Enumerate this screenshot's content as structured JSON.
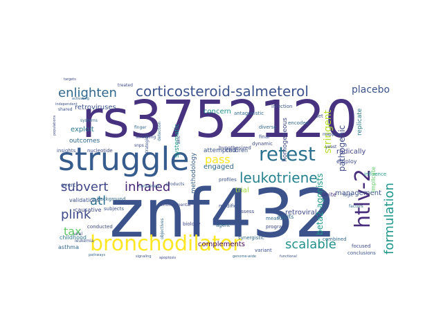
{
  "words": [
    {
      "text": "znf432",
      "color": "#3b528b"
    },
    {
      "text": "rs3752120",
      "color": "#46327e"
    },
    {
      "text": "struggle",
      "color": "#365c8d"
    },
    {
      "text": "bronchodilator",
      "color": "#fde725"
    },
    {
      "text": "retest",
      "color": "#2c728e"
    },
    {
      "text": "htlv-2",
      "color": "#472d7b"
    },
    {
      "text": "corticosteroid-salmeterol",
      "color": "#3b528b"
    },
    {
      "text": "leukotriene",
      "color": "#26828e"
    },
    {
      "text": "enlighten",
      "color": "#31688e"
    },
    {
      "text": "formulation",
      "color": "#1f988b"
    },
    {
      "text": "inhaled",
      "color": "#482677"
    },
    {
      "text": "scalable",
      "color": "#21918c"
    },
    {
      "text": "plink",
      "color": "#3e4989"
    },
    {
      "text": "subvert",
      "color": "#404688"
    },
    {
      "text": "placebo",
      "color": "#3b528b"
    },
    {
      "text": "pass",
      "color": "#fde725"
    },
    {
      "text": "atl",
      "color": "#2c728e"
    },
    {
      "text": "tax",
      "color": "#5ec962"
    },
    {
      "text": "beta2-agonists",
      "color": "#1f988b"
    },
    {
      "text": "stringent",
      "color": "#b5de2b"
    },
    {
      "text": "retroviruses",
      "color": "#3b528b"
    },
    {
      "text": "pathogenic",
      "color": "#3e4989"
    },
    {
      "text": "concern",
      "color": "#21918c"
    },
    {
      "text": "radically",
      "color": "#414487"
    },
    {
      "text": "complements",
      "color": "#440154"
    },
    {
      "text": "trial",
      "color": "#a0da39"
    },
    {
      "text": "exploit",
      "color": "#2a788e"
    },
    {
      "text": "management",
      "color": "#3b528b"
    },
    {
      "text": "engaged",
      "color": "#31688e"
    },
    {
      "text": "retroviral",
      "color": "#3e4989"
    },
    {
      "text": "outcomes",
      "color": "#31688e"
    },
    {
      "text": "methodology",
      "color": "#355f8d"
    },
    {
      "text": "attempted",
      "color": "#3b528b"
    },
    {
      "text": "homogeneous",
      "color": "#3e4989"
    },
    {
      "text": "replicate",
      "color": "#2a788e"
    },
    {
      "text": "validations",
      "color": "#3b528b"
    },
    {
      "text": "causative",
      "color": "#3e4989"
    },
    {
      "text": "childhood",
      "color": "#2a788e"
    },
    {
      "text": "asthma",
      "color": "#31688e"
    },
    {
      "text": "overt",
      "color": "#3b528b"
    },
    {
      "text": "employ",
      "color": "#3e4989"
    },
    {
      "text": "white",
      "color": "#46327e"
    },
    {
      "text": "adults",
      "color": "#31688e"
    },
    {
      "text": "children",
      "color": "#3b528b"
    },
    {
      "text": "systematic",
      "color": "#1f988b"
    },
    {
      "text": "insights",
      "color": "#3b528b"
    },
    {
      "text": "nucleotide",
      "color": "#3e4989"
    },
    {
      "text": "background",
      "color": "#31688e"
    },
    {
      "text": "subjects",
      "color": "#3b528b"
    },
    {
      "text": "conducted",
      "color": "#3e4989"
    },
    {
      "text": "combined",
      "color": "#31688e"
    },
    {
      "text": "focused",
      "color": "#3e4989"
    },
    {
      "text": "conclusions",
      "color": "#3b528b"
    },
    {
      "text": "program",
      "color": "#3e4989"
    },
    {
      "text": "measure",
      "color": "#31688e"
    },
    {
      "text": "modifier",
      "color": "#3b528b"
    },
    {
      "text": "assess",
      "color": "#3e4989"
    },
    {
      "text": "agent",
      "color": "#31688e"
    },
    {
      "text": "variant",
      "color": "#3b528b"
    },
    {
      "text": "synergistic",
      "color": "#31688e"
    },
    {
      "text": "biology",
      "color": "#3e4989"
    },
    {
      "text": "final",
      "color": "#3b528b"
    },
    {
      "text": "diverse",
      "color": "#31688e"
    },
    {
      "text": "dynamic",
      "color": "#3e4989"
    },
    {
      "text": "profiles",
      "color": "#3b528b"
    },
    {
      "text": "hypothesized",
      "color": "#3e4989"
    },
    {
      "text": "antagonistic",
      "color": "#31688e"
    },
    {
      "text": "infection",
      "color": "#3b528b"
    },
    {
      "text": "set",
      "color": "#3e4989"
    },
    {
      "text": "encoded",
      "color": "#31688e"
    },
    {
      "text": "leukemia",
      "color": "#3b528b"
    },
    {
      "text": "viral",
      "color": "#3e4989"
    },
    {
      "text": "finger",
      "color": "#31688e"
    },
    {
      "text": "screening",
      "color": "#3b528b"
    },
    {
      "text": "snps",
      "color": "#3e4989"
    },
    {
      "text": "systems",
      "color": "#31688e"
    },
    {
      "text": "shared",
      "color": "#3b528b"
    },
    {
      "text": "treated",
      "color": "#3e4989"
    },
    {
      "text": "contained",
      "color": "#31688e"
    },
    {
      "text": "products",
      "color": "#3b528b"
    },
    {
      "text": "environmental",
      "color": "#3e4989"
    },
    {
      "text": "objectives",
      "color": "#31688e"
    },
    {
      "text": "influence",
      "color": "#1f988b"
    },
    {
      "text": "implicate",
      "color": "#5ec962"
    },
    {
      "text": "mapping",
      "color": "#3b528b"
    },
    {
      "text": "yeast",
      "color": "#3e4989"
    },
    {
      "text": "factors",
      "color": "#31688e"
    },
    {
      "text": "logic",
      "color": "#3b528b"
    },
    {
      "text": "zinc",
      "color": "#3e4989"
    },
    {
      "text": "detection",
      "color": "#31688e"
    },
    {
      "text": "strategies",
      "color": "#3b528b"
    },
    {
      "text": "populations",
      "color": "#3e4989"
    },
    {
      "text": "pathways",
      "color": "#31688e"
    },
    {
      "text": "signaling",
      "color": "#3b528b"
    },
    {
      "text": "apoptosis",
      "color": "#3e4989"
    },
    {
      "text": "genome-wide",
      "color": "#31688e"
    },
    {
      "text": "functional",
      "color": "#3b528b"
    },
    {
      "text": "targets",
      "color": "#3e4989"
    },
    {
      "text": "activating",
      "color": "#31688e"
    },
    {
      "text": "independent",
      "color": "#3b528b"
    }
  ]
}
